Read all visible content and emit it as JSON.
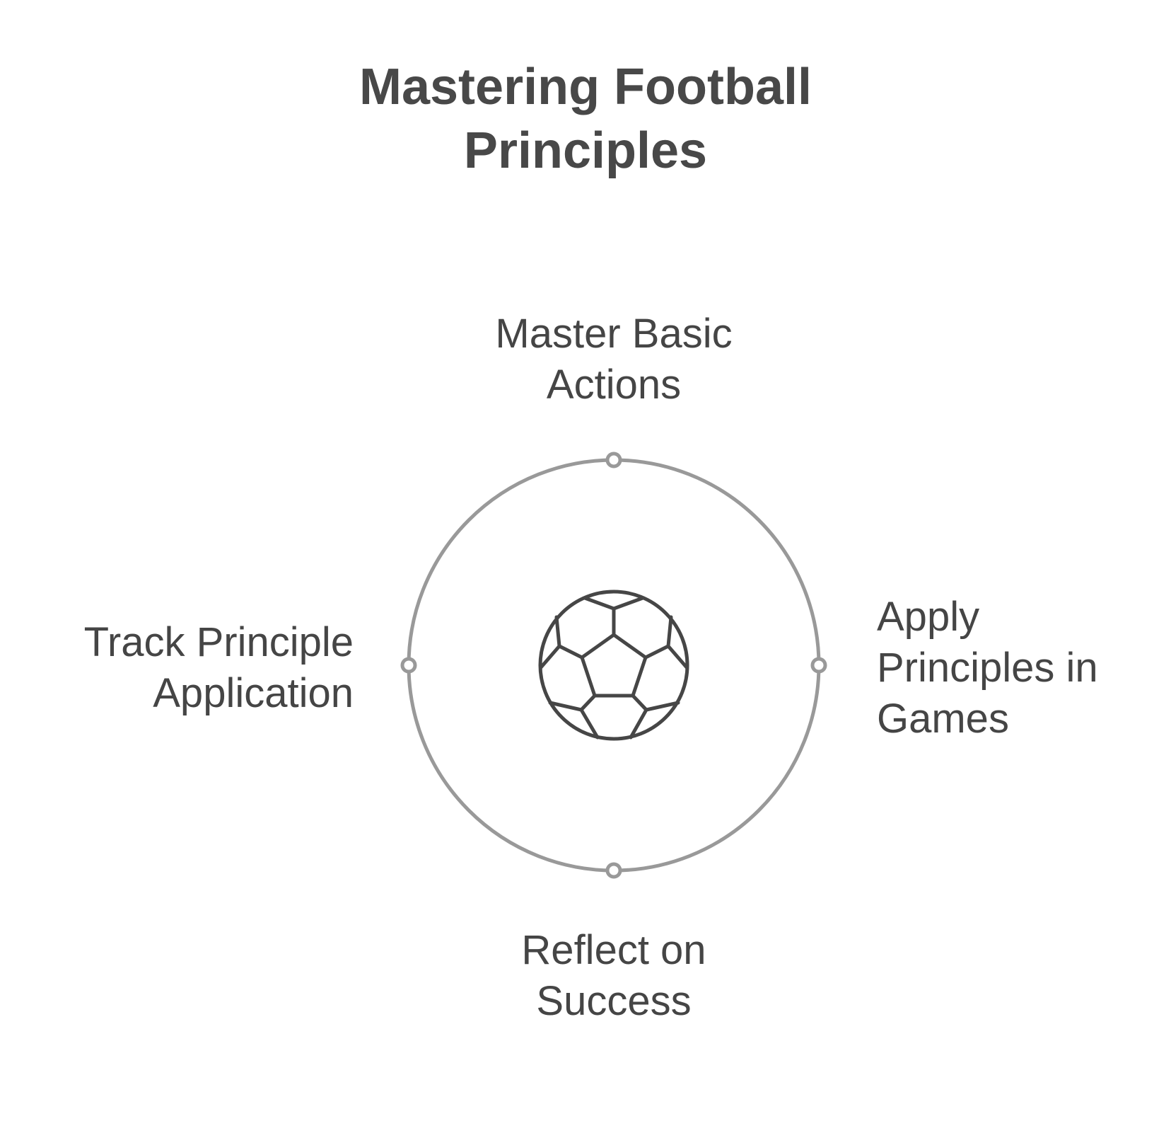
{
  "title": {
    "line1": "Mastering Football",
    "line2": "Principles"
  },
  "center_icon": "soccer-ball-icon",
  "colors": {
    "text": "#454545",
    "ring": "#999999",
    "ball_stroke": "#464646",
    "background": "#ffffff"
  },
  "steps": {
    "top": {
      "line1": "Master Basic",
      "line2": "Actions"
    },
    "right": {
      "line1": "Apply",
      "line2": "Principles in",
      "line3": "Games"
    },
    "bottom": {
      "line1": "Reflect on",
      "line2": "Success"
    },
    "left": {
      "line1": "Track Principle",
      "line2": "Application"
    }
  }
}
